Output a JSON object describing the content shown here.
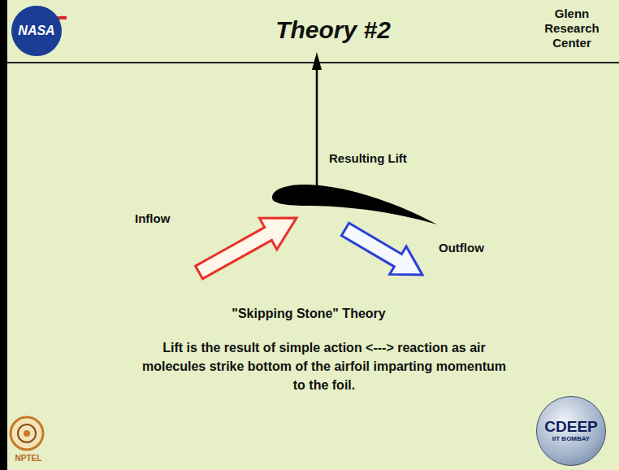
{
  "diagram": {
    "title": "Theory #2",
    "nodes": [
      {
        "text": [
          "NASA"
        ]
      },
      {
        "text": [
          "CDEEP",
          "IIT BOMBAY"
        ]
      }
    ],
    "labels": [
      "Glenn Research Center",
      "Resulting Lift",
      "Inflow",
      "Outflow",
      "\"Skipping Stone\" Theory",
      "Lift is the result of simple action <---> reaction as air molecules strike bottom of the airfoil imparting momentum to the foil.",
      "NPTEL"
    ]
  }
}
